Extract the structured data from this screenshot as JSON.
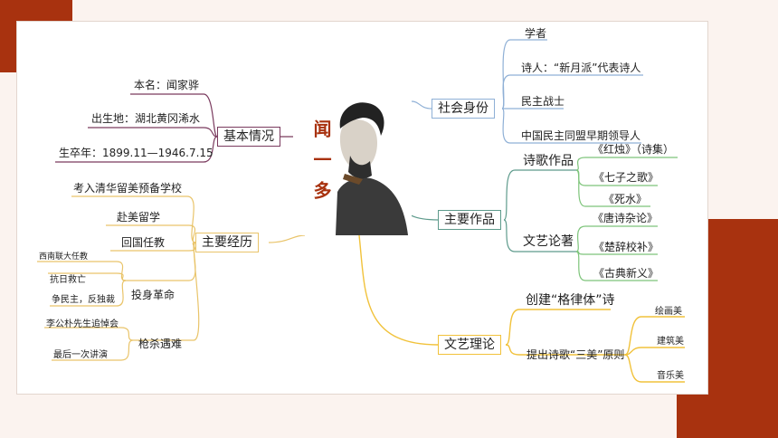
{
  "colors": {
    "accent": "#a8320f",
    "bg": "#fbf3ef",
    "purple": "#7a3a5e",
    "teal": "#5e9b8c",
    "green": "#7dc47a",
    "yellow": "#f1c23b",
    "blue": "#8fb0d6"
  },
  "center": {
    "name_vertical": "闻一多"
  },
  "basic": {
    "label": "基本情况",
    "items": [
      "本名：闻家骅",
      "出生地：湖北黄冈浠水",
      "生卒年：1899.11—1946.7.15"
    ]
  },
  "experience": {
    "label": "主要经历",
    "items": [
      {
        "label": "考入清华留美预备学校"
      },
      {
        "label": "赴美留学"
      },
      {
        "label": "回国任教"
      },
      {
        "label": "投身革命",
        "children": [
          "西南联大任教",
          "抗日救亡",
          "争民主，反独裁"
        ]
      },
      {
        "label": "枪杀遇难",
        "children": [
          "李公朴先生追悼会",
          "最后一次讲演"
        ]
      }
    ]
  },
  "identity": {
    "label": "社会身份",
    "items": [
      "学者",
      "诗人：“新月派”代表诗人",
      "民主战士",
      "中国民主同盟早期领导人"
    ]
  },
  "works": {
    "label": "主要作品",
    "groups": [
      {
        "label": "诗歌作品",
        "items": [
          "《红烛》（诗集）",
          "《七子之歌》",
          "《死水》"
        ]
      },
      {
        "label": "文艺论著",
        "items": [
          "《唐诗杂论》",
          "《楚辞校补》",
          "《古典新义》"
        ]
      }
    ]
  },
  "theory": {
    "label": "文艺理论",
    "items": [
      {
        "label": "创建“格律体”诗"
      },
      {
        "label": "提出诗歌“三美”原则",
        "children": [
          "绘画美",
          "建筑美",
          "音乐美"
        ]
      }
    ]
  }
}
